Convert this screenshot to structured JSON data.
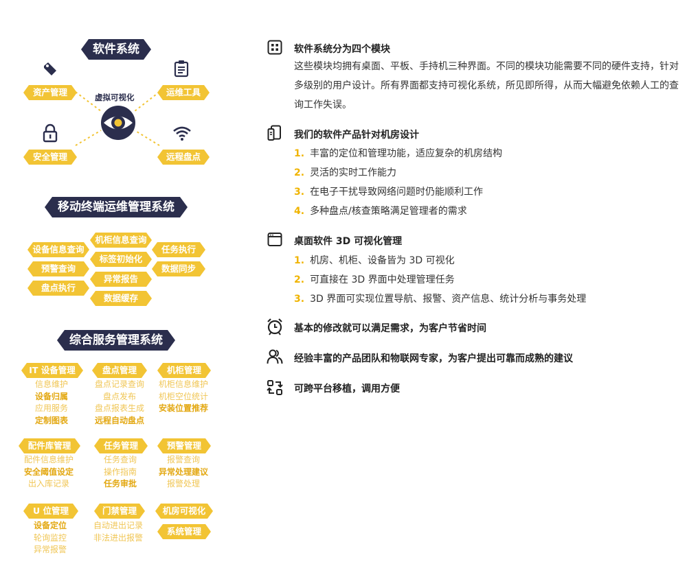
{
  "left": {
    "section1": {
      "title": "软件系统",
      "center_label": "虚拟可视化",
      "tags": [
        "资产管理",
        "运维工具",
        "安全管理",
        "远程盘点"
      ],
      "icons": [
        "tag-icon",
        "clipboard-icon",
        "lock-icon",
        "wifi-icon",
        "eye-icon"
      ]
    },
    "section2": {
      "title": "移动终端运维管理系统",
      "tags": [
        "设备信息查询",
        "机柜信息查询",
        "任务执行",
        "标签初始化",
        "预警查询",
        "数据同步",
        "异常报告",
        "盘点执行",
        "数据缓存"
      ]
    },
    "section3": {
      "title": "综合服务管理系统",
      "modules": [
        {
          "name": "IT 设备管理",
          "items": [
            "信息维护",
            "设备归属",
            "应用服务",
            "定制图表"
          ]
        },
        {
          "name": "盘点管理",
          "items": [
            "盘点记录查询",
            "盘点发布",
            "盘点报表生成",
            "远程自动盘点"
          ]
        },
        {
          "name": "机柜管理",
          "items": [
            "机柜信息维护",
            "机柜空位统计",
            "安装位置推荐"
          ]
        },
        {
          "name": "配件库管理",
          "items": [
            "配件信息维护",
            "安全阈值设定",
            "出入库记录"
          ]
        },
        {
          "name": "任务管理",
          "items": [
            "任务查询",
            "操作指南",
            "任务审批"
          ]
        },
        {
          "name": "预警管理",
          "items": [
            "报警查询",
            "异常处理建议",
            "报警处理"
          ]
        },
        {
          "name": "U 位管理",
          "items": [
            "设备定位",
            "轮询监控",
            "异常报警"
          ]
        },
        {
          "name": "门禁管理",
          "items": [
            "自动进出记录",
            "非法进出报警"
          ]
        },
        {
          "name": "机房可视化",
          "items": []
        },
        {
          "name": "系统管理",
          "items": []
        }
      ]
    }
  },
  "right": {
    "sections": [
      {
        "icon": "grid-icon",
        "title": "软件系统分为四个模块",
        "text": "这些模块均拥有桌面、平板、手持机三种界面。不同的模块功能需要不同的硬件支持，针对多级别的用户设计。所有界面都支持可视化系统，所见即所得，从而大幅避免依赖人工的查询工作失误。"
      },
      {
        "icon": "devices-icon",
        "title": "我们的软件产品针对机房设计",
        "items": [
          "丰富的定位和管理功能，适应复杂的机房结构",
          "灵活的实时工作能力",
          "在电子干扰导致网络问题时仍能顺利工作",
          "多种盘点/核查策略满足管理者的需求"
        ]
      },
      {
        "icon": "window-icon",
        "title": "桌面软件 3D 可视化管理",
        "items": [
          "机房、机柜、设备皆为 3D 可视化",
          "可直接在 3D 界面中处理管理任务",
          "3D 界面可实现位置导航、报警、资产信息、统计分析与事务处理"
        ]
      },
      {
        "icon": "alarm-clock-icon",
        "title": "基本的修改就可以满足需求，为客户节省时间"
      },
      {
        "icon": "team-icon",
        "title": "经验丰富的产品团队和物联网专家，为客户提出可靠而成熟的建议"
      },
      {
        "icon": "platform-icon",
        "title": "可跨平台移植，调用方便"
      }
    ],
    "numbers": [
      "1.",
      "2.",
      "3.",
      "4."
    ]
  },
  "colors": {
    "dark": "#2b2e4d",
    "yellow": "#f2c434",
    "yellow_light": "#f7dc8a",
    "accent": "#f0b400"
  }
}
